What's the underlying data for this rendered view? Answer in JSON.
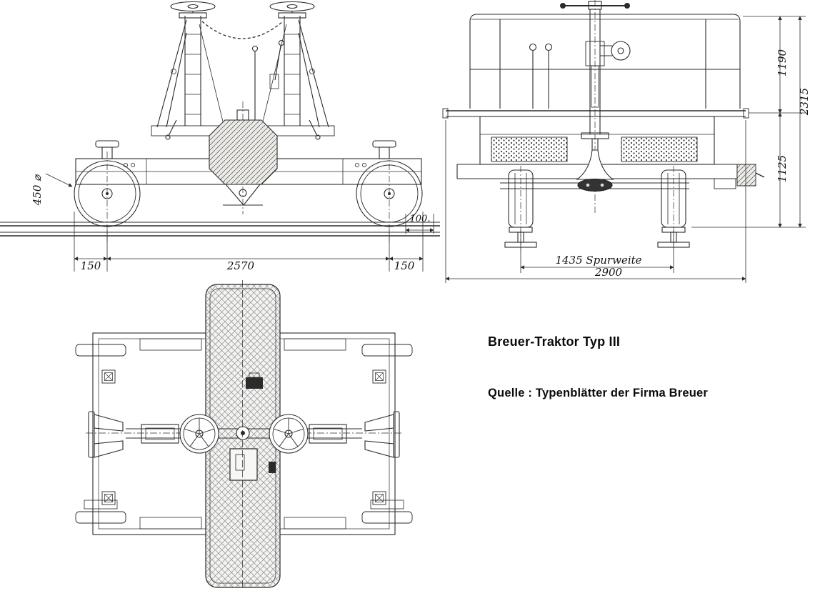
{
  "title": "Breuer-Traktor Typ III",
  "source_line": "Quelle : Typenblätter der Firma Breuer",
  "dimensions": {
    "wheel_diameter": "450 ⌀",
    "left_overhang": "150",
    "wheelbase": "2570",
    "right_overhang": "150",
    "rail_clearance": "100.",
    "track_gauge": "1435  Spurweite",
    "overall_width": "2900",
    "railing_height": "1190",
    "total_height": "2315",
    "platform_height": "1125"
  }
}
